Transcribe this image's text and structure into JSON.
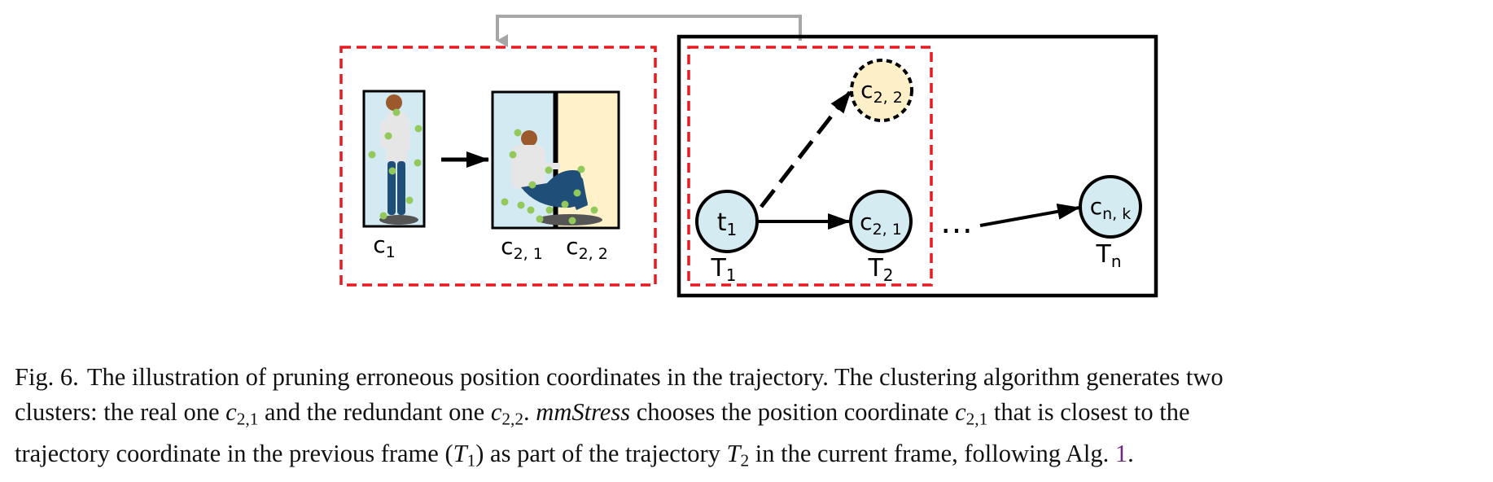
{
  "figure": {
    "left_panel": {
      "label_c1_main": "c",
      "label_c1_sub": "1",
      "label_c21_main": "c",
      "label_c21_sub": "2, 1",
      "label_c22_main": "c",
      "label_c22_sub": "2, 2"
    },
    "right_panel": {
      "node_t1_main": "t",
      "node_t1_sub": "1",
      "node_c21_main": "c",
      "node_c21_sub": "2, 1",
      "node_c22_main": "c",
      "node_c22_sub": "2, 2",
      "node_cnk_main": "c",
      "node_cnk_sub": "n, k",
      "ellipsis": "…",
      "label_T1_main": "T",
      "label_T1_sub": "1",
      "label_T2_main": "T",
      "label_T2_sub": "2",
      "label_Tn_main": "T",
      "label_Tn_sub": "n"
    },
    "colors": {
      "dashed_box": "#e8191f",
      "node_fill_blue": "#d5ebf2",
      "node_fill_yellow": "#fdf0c9",
      "panel_blue": "#d3eaf3",
      "panel_yellow": "#fff2c9",
      "feedback_arrow": "#a6a6a6",
      "dot_green": "#92c95a"
    }
  },
  "caption": {
    "fig_label": "Fig. 6.",
    "l1_text": "The illustration of pruning erroneous position coordinates in the trajectory. The clustering algorithm generates two",
    "l2_a": "clusters: the real one ",
    "l2_c": "c",
    "l2_c21_sub": "2,1",
    "l2_b": " and the redundant one ",
    "l2_c22_sub": "2,2",
    "l2_dot": ". ",
    "l2_emph": "mmStress",
    "l2_c2": " chooses the position coordinate ",
    "l2_c21b_sub": "2,1",
    "l2_end": " that is closest to the",
    "l3_a": "trajectory coordinate in the previous frame (",
    "l3_T": "T",
    "l3_T1_sub": "1",
    "l3_b": ") as part of the trajectory ",
    "l3_T2_sub": "2",
    "l3_c": " in the current frame, following Alg. ",
    "l3_link": "1",
    "l3_end": "."
  }
}
